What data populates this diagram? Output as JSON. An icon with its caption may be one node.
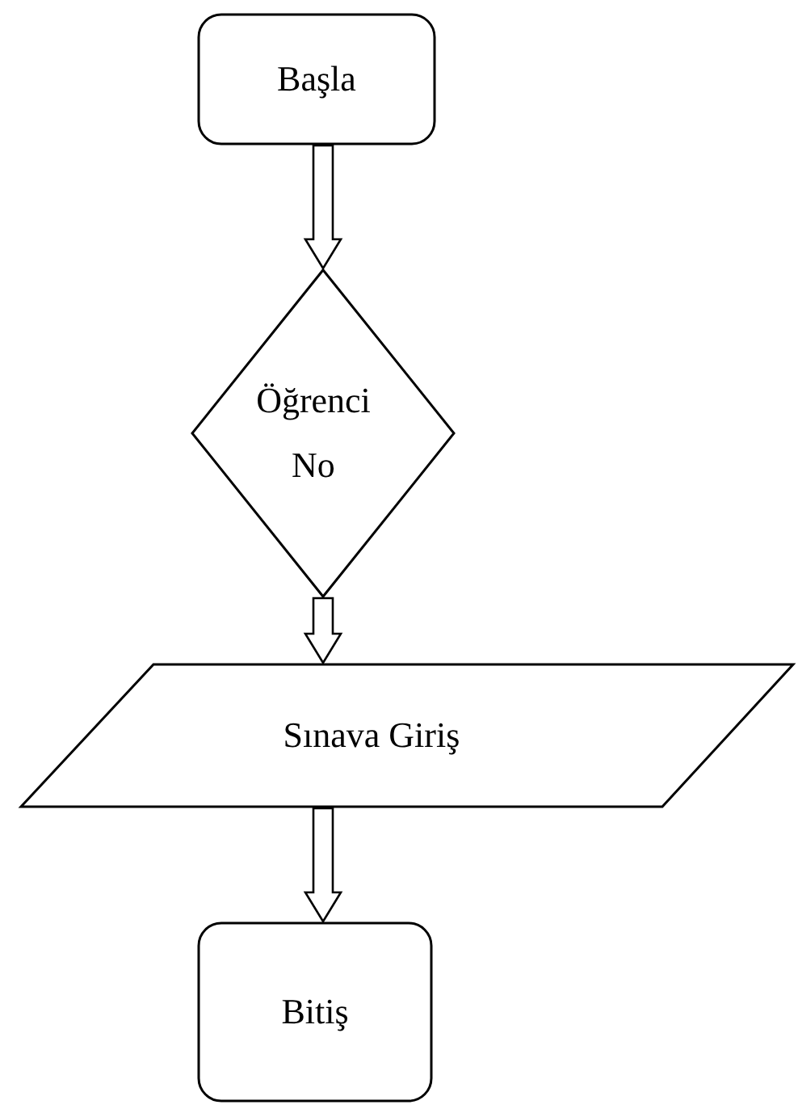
{
  "diagram": {
    "nodes": [
      {
        "text": [
          "Başla"
        ]
      },
      {
        "text": [
          "Öğrenci No"
        ]
      },
      {
        "text": [
          "Sınava Giriş"
        ]
      },
      {
        "text": [
          "Bitiş"
        ]
      }
    ],
    "edges": [
      {
        "from": 0,
        "to": 1,
        "arrow": "to"
      },
      {
        "from": 1,
        "to": 2,
        "arrow": "to"
      },
      {
        "from": 2,
        "to": 3,
        "arrow": "to"
      }
    ]
  }
}
